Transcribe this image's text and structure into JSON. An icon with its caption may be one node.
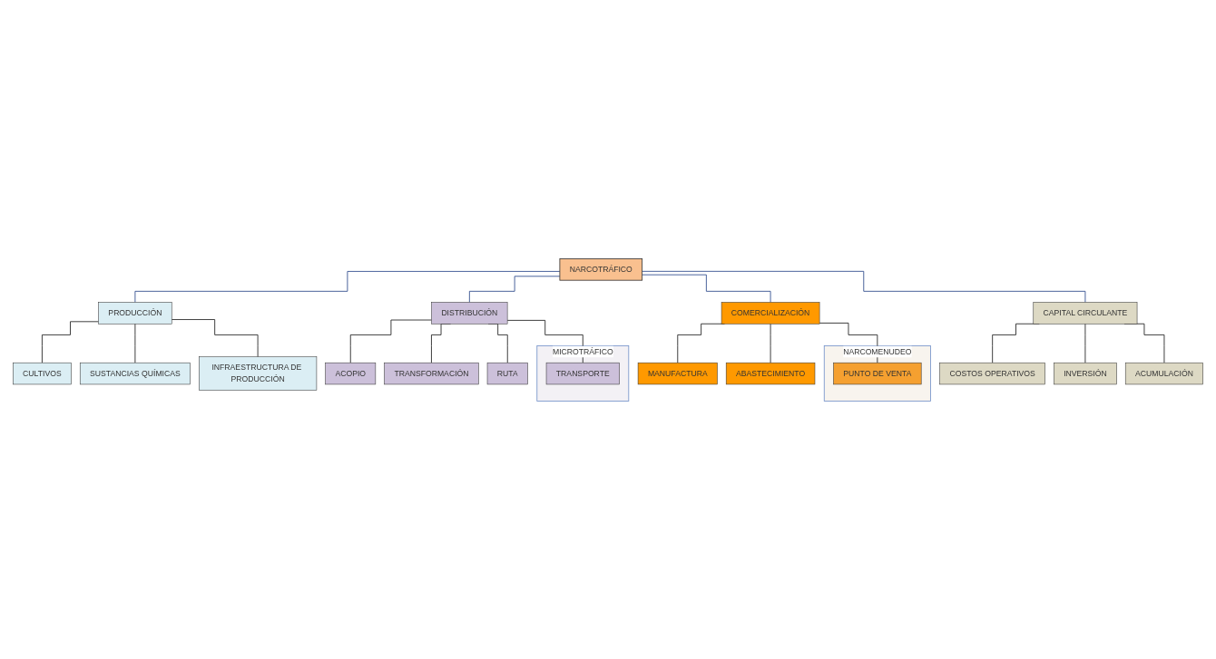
{
  "diagram": {
    "nodes": [
      {
        "text": [
          "NARCOTRÁFICO"
        ]
      },
      {
        "text": [
          "PRODUCCIÓN"
        ]
      },
      {
        "text": [
          "DISTRIBUCIÓN"
        ]
      },
      {
        "text": [
          "COMERCIALIZACIÓN"
        ]
      },
      {
        "text": [
          "CAPITAL CIRCULANTE"
        ]
      },
      {
        "text": [
          "CULTIVOS"
        ]
      },
      {
        "text": [
          "SUSTANCIAS QUÍMICAS"
        ]
      },
      {
        "text": [
          "INFRAESTRUCTURA DE PRODUCCIÓN"
        ]
      },
      {
        "text": [
          "ACOPIO"
        ]
      },
      {
        "text": [
          "TRANSFORMACIÓN"
        ]
      },
      {
        "text": [
          "RUTA"
        ]
      },
      {
        "text": [
          "MICROTRÁFICO"
        ]
      },
      {
        "text": [
          "TRANSPORTE"
        ],
        "in": 11
      },
      {
        "text": [
          "MANUFACTURA"
        ]
      },
      {
        "text": [
          "ABASTECIMIENTO"
        ]
      },
      {
        "text": [
          "NARCOMENUDEO"
        ]
      },
      {
        "text": [
          "PUNTO DE VENTA"
        ],
        "in": 15
      },
      {
        "text": [
          "COSTOS OPERATIVOS"
        ]
      },
      {
        "text": [
          "INVERSIÓN"
        ]
      },
      {
        "text": [
          "ACUMULACIÓN"
        ]
      }
    ],
    "edges": [
      {
        "from": 0,
        "to": 1,
        "arrow": "none",
        "color": "#2e4a8c"
      },
      {
        "from": 0,
        "to": 2,
        "arrow": "none",
        "color": "#2e4a8c"
      },
      {
        "from": 0,
        "to": 3,
        "arrow": "none",
        "color": "#2e4a8c"
      },
      {
        "from": 0,
        "to": 4,
        "arrow": "none",
        "color": "#2e4a8c"
      },
      {
        "from": 1,
        "to": 5,
        "arrow": "none"
      },
      {
        "from": 1,
        "to": 6,
        "arrow": "none"
      },
      {
        "from": 1,
        "to": 7,
        "arrow": "none"
      },
      {
        "from": 2,
        "to": 8,
        "arrow": "none"
      },
      {
        "from": 2,
        "to": 9,
        "arrow": "none"
      },
      {
        "from": 2,
        "to": 10,
        "arrow": "none"
      },
      {
        "from": 2,
        "to": 12,
        "arrow": "none"
      },
      {
        "from": 3,
        "to": 13,
        "arrow": "none"
      },
      {
        "from": 3,
        "to": 14,
        "arrow": "none"
      },
      {
        "from": 3,
        "to": 16,
        "arrow": "none"
      },
      {
        "from": 4,
        "to": 17,
        "arrow": "none"
      },
      {
        "from": 4,
        "to": 18,
        "arrow": "none"
      },
      {
        "from": 4,
        "to": 19,
        "arrow": "none"
      }
    ]
  }
}
